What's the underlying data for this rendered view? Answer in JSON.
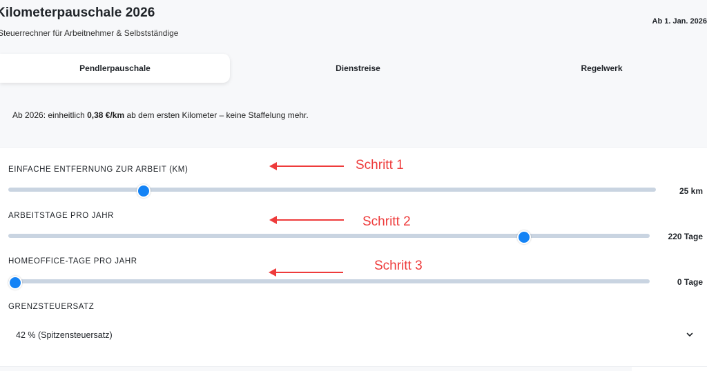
{
  "header": {
    "title": "Kilometerpauschale 2026",
    "subtitle": "Steuerrechner für Arbeitnehmer & Selbstständige",
    "date_badge": "Ab 1. Jan. 2026"
  },
  "tabs": [
    {
      "label": "Pendlerpauschale",
      "active": true
    },
    {
      "label": "Dienstreise",
      "active": false
    },
    {
      "label": "Regelwerk",
      "active": false
    }
  ],
  "info": {
    "prefix": "Ab 2026: einheitlich ",
    "rate": "0,38 €/km",
    "suffix": " ab dem ersten Kilometer – keine Staffelung mehr."
  },
  "sliders": {
    "distance": {
      "label": "EINFACHE ENTFERNUNG ZUR ARBEIT (KM)",
      "value_label": "25 km",
      "fraction": 0.2
    },
    "workdays": {
      "label": "ARBEITSTAGE PRO JAHR",
      "value_label": "220 Tage",
      "fraction": 0.8
    },
    "homeoffice": {
      "label": "HOMEOFFICE-TAGE PRO JAHR",
      "value_label": "0 Tage",
      "fraction": 0.0
    }
  },
  "tax_rate": {
    "label": "GRENZSTEUERSATZ",
    "selected": "42 % (Spitzensteuersatz)"
  },
  "annotations": {
    "step1": "Schritt 1",
    "step2": "Schritt 2",
    "step3": "Schritt 3",
    "color": "#ee3b3b"
  },
  "colors": {
    "accent": "#1483f5",
    "track": "#c9d4e1"
  }
}
